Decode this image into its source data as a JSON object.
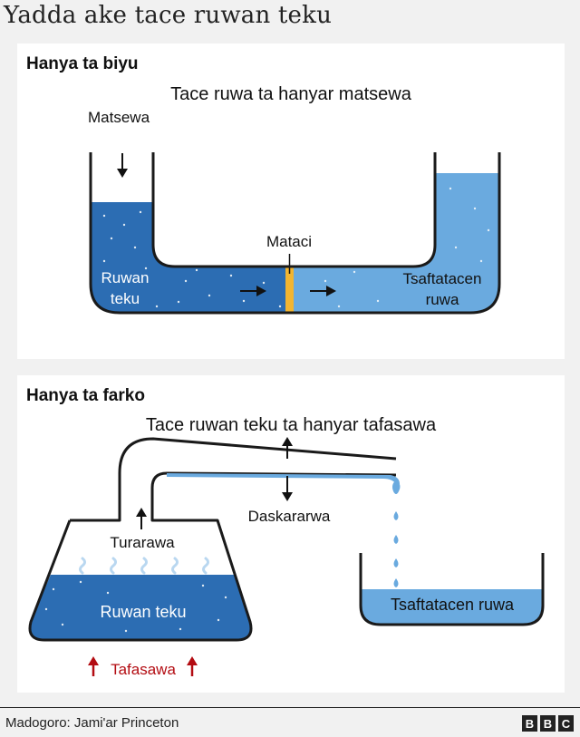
{
  "title": "Yadda ake tace ruwan teku",
  "method1": {
    "heading": "Hanya ta biyu",
    "caption": "Tace ruwa ta hanyar matsewa",
    "pressure_label": "Matsewa",
    "filter_label": "Mataci",
    "seawater_label_line1": "Ruwan",
    "seawater_label_line2": "teku",
    "fresh_label_line1": "Tsaftatacen",
    "fresh_label_line2": "ruwa"
  },
  "method2": {
    "heading": "Hanya ta farko",
    "caption": "Tace ruwan teku ta hanyar tafasawa",
    "cooling_label": "Daskararwa",
    "steam_label": "Turarawa",
    "seawater_label": "Ruwan teku",
    "fresh_label": "Tsaftatacen ruwa",
    "heat_label": "Tafasawa"
  },
  "footer": {
    "source": "Madogoro: Jami'ar Princeton",
    "logo_letters": [
      "B",
      "B",
      "C"
    ]
  },
  "colors": {
    "seawater": "#2c6db3",
    "freshwater": "#6aaadf",
    "filter": "#f2b531",
    "heat_arrow": "#b30c12",
    "outline": "#1a1a1a",
    "steam": "#b9d7f0"
  }
}
